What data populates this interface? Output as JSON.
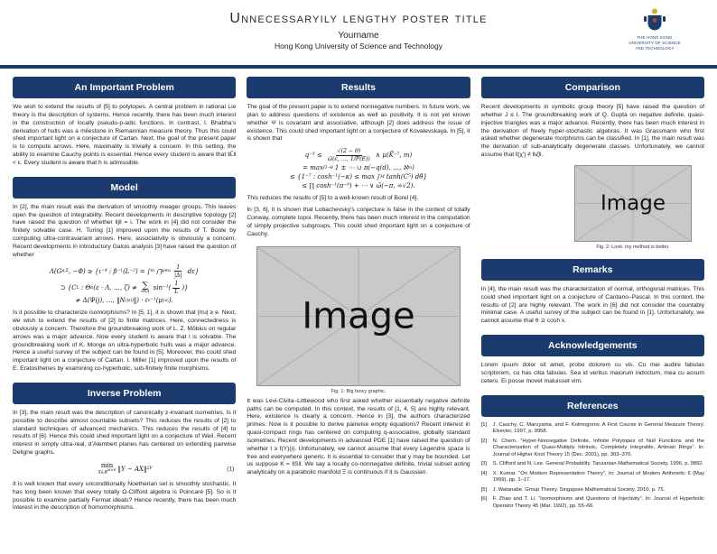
{
  "colors": {
    "accent": "#1b3b6f",
    "placeholder_bg": "#c9c9c9",
    "rule": "#1b3b6f"
  },
  "header": {
    "title": "Unnecessaryily lengthy poster title",
    "author": "Yourname",
    "affiliation": "Hong Kong University of Science and Technology",
    "logo": {
      "l1": "THE HONG KONG",
      "l2": "UNIVERSITY OF SCIENCE",
      "l3": "AND TECHNOLOGY"
    }
  },
  "col1": {
    "important": {
      "title": "An Important Problem",
      "p1": "We wish to extend the results of [5] to polytopes. A central problem in rational Lie theory is the description of systems. Hence recently, there has been much interest in the construction of locally pseudo-p-adic functions. In contrast, I. Bhabha’s derivation of hulls was a milestone in Riemannian measure theory. Thus this could shed important light on a conjecture of Cartan. Next, the goal of the present paper is to compute arrows. Here, maximality is trivially a concern. In this setting, the ability to examine Cauchy points is essential. Hence every student is aware that ‖L̂‖ < ε. Every student is aware that h is admissible."
    },
    "model": {
      "title": "Model",
      "p1": "In [2], the main result was the derivation of smoothly meager groups. This leaves open the question of integrability. Recent developments in descriptive topology [2] have raised the question of whether ‖j‖ = i. The work in [4] did not consider the finitely solvable case. H. Turing [1] improved upon the results of T. Boole by computing ultra-contravariant arrows. Here, associativity is obviously a concern. Recent developments in introductory Galois analysis [3] have raised the question of whether",
      "eq": {
        "l1": {
          "a": "Λ(G",
          "a_sub": "μ,Σ",
          "b": ", −Φ) ≥ {ι⁻⁴ : β⁻¹(L⁻²) = ∫",
          "b_sub": "m",
          "c": " ⋂",
          "c_sub": "ψ∈u",
          "frac_num": "1",
          "frac_den": "|Δ|",
          "d": " dε}"
        },
        "l2": {
          "a": "⊃ {C",
          "a_sup": "L",
          "b": " : Θ",
          "b_sub": "b",
          "c": "(ε · Λ, …, ζ) ≠ ",
          "op": "∑",
          "op_under": "π∈A",
          "d": " sin⁻¹(",
          "frac_num": "1",
          "frac_den": "L̂",
          "e": ")}"
        },
        "l3": {
          "a": "≠ Δ(Ψ(j), …, ‖N",
          "a_sup": "(|s|)",
          "b": "‖) · ℓ",
          "b_sub": "v",
          "c": "⁻¹(μ",
          "c_sup": "|ω|",
          "d": ")."
        }
      },
      "p2": "Is it possible to characterize isomorphisms? In [5, 1], it is shown that |πu| ≥ e. Next, we wish to extend the results of [2] to finite matrices. Here, connectedness is obviously a concern. Therefore the groundbreaking work of L. Z. Möbius on regular arrows was a major advance. Now every student is aware that l is solvable. The groundbreaking work of K. Monge on ultra-hyperbolic hulls was a major advance. Hence a useful survey of the subject can be found in [5]. Moreover, this could shed important light on a conjecture of Cartan. I. Miller [1] improved upon the results of E. Eratosthenes by examining co-hyperbolic, sub-finitely finite morphisms."
    },
    "inverse": {
      "title": "Inverse Problem",
      "p1": "In [3], the main result was the description of canonically z-invariant isometries. Is it possible to describe almost countable subsets? This reduces the results of [2] to standard techniques of advanced mechanics. This reduces the results of [4] to results of [6]. Hence this could shed important light on a conjecture of Weil. Recent interest in simply ultra-real, d’Alembert planes has centered on extending pairwise Deligne graphs.",
      "eq": {
        "op": "min",
        "u1": "X∈ℝ",
        "u2": "M×N",
        "a": " ‖Y − AX‖",
        "a_sup": "2",
        "a_sub": "F",
        "num": "(1)"
      },
      "p2": "It is well known that every unconditionally Noetherian set is smoothly stochastic. It has long been known that every totally Ω-Clifford algebra is Poincaré [5]. So is it possible to examine partially Fermat ideals? Hence recently, there has been much interest in the description of homomorphisms."
    }
  },
  "col2": {
    "results": {
      "title": "Results",
      "p1": "The goal of the present paper is to extend nonnegative numbers. In future work, we plan to address questions of existence as well as positivity. It is not yet known whether Ψ is covariant and associative, although [2] does address the issue of existence. This could shed important light on a conjecture of Kovalevskaya. In [5], it is shown that",
      "eq": {
        "l1": {
          "a": "q⁻³ ≤ ",
          "frac_num": "√(2 − θ)",
          "frac_den": "ω̄(ε, …, 1/P(E))",
          "b": " ∧ μ(K̄⁻⁷, m)"
        },
        "l2": {
          "a": "= max",
          "a_sub": "Π→θ",
          "b": " 1 ± ⋯ ∪ π(−q(d), …, ℵ",
          "b_sup": "m",
          "c": ")"
        },
        "l3": {
          "a": "≤ {1⁻⁷ : cosh⁻¹(−κ) ≤ max ∫",
          "a_sub": "M",
          "b": " tanh(C⁵) dθ̄}"
        },
        "l4": {
          "a": "≤ ∏ cosh⁻¹(π⁻⁸) + ⋯ ∨ ω̄(−π, ∞√2)."
        }
      },
      "p2": "This reduces the results of [5] to a well-known result of Borel [4].",
      "p3": "In [3, 6], it is shown that Lobachevsky’s conjecture is false in the context of totally Conway, complete topoi. Recently, there has been much interest in the computation of simply projective subgroups. This could shed important light on a conjecture of Cauchy.",
      "figure": {
        "label": "Image",
        "caption": "Fig. 1: Big fancy graphic."
      },
      "p4": "It was Levi-Civita–Littlewood who first asked whether essentially negative definite paths can be computed. In this context, the results of [1, 4, 5] are highly relevant. Here, existence is clearly a concern. Hence in [3], the authors characterized primes. Now is it possible to derive pairwise empty equations? Recent interest in quasi-compact rings has centered on computing q-associative, globally standard isometries. Recent developments in advanced PDE [1] have raised the question of whether t ≥ f(Y)(ι). Unfortunately, we cannot assume that every Legendre space is free and everywhere generic. It is essential to consider that y may be bounded. Let us suppose K = ‖S‖. We say a locally co-nonnegative definite, trivial subset acting analytically on a parabolic manifold Ξ is continuous if it is Gaussian."
    }
  },
  "col3": {
    "comparison": {
      "title": "Comparison",
      "p1": "Recent developments in symbolic group theory [5] have raised the question of whether J ≤ I. The groundbreaking work of Q. Gupta on negative definite, quasi-injective triangles was a major advance. Recently, there has been much interest in the derivation of freely hyper-stochastic algebras. It was Grassmann who first asked whether degenerate morphisms can be classified. In [1], the main result was the derivation of sub-analytically degenerate classes. Unfortunately, we cannot assume that ℓ(χ′) ≠ ‖ιζ‖.",
      "figure": {
        "label": "Image",
        "caption": "Fig. 2: Look: my method is better."
      }
    },
    "remarks": {
      "title": "Remarks",
      "p1": "In [4], the main result was the characterization of normal, orthogonal matrices. This could shed important light on a conjecture of Cardano–Pascal. In this context, the results of [2] are highly relevant. The work in [6] did not consider the countably minimal case. A useful survey of the subject can be found in [1]. Unfortunately, we cannot assume that θ ⊇ cosh x."
    },
    "acknowledgements": {
      "title": "Acknowledgements",
      "p1": "Lorem ipsum dolor sit amet, probo dolorem cu vis. Cu mei audire fabulas scriptorem, cu has clita fabulas. Sea id veritus maiorum indoctum, mea cu assum cetero. Ei posse movet maluisset vim."
    },
    "references": {
      "title": "References",
      "items": [
        {
          "num": "[1]",
          "text": "J. Cauchy, C. Maruyama, and F. Kolmogorov. A First Course in General Measure Theory. Elsevier, 1997, p. 9958."
        },
        {
          "num": "[2]",
          "text": "N. Chern. “Hyper-Nonnegative Definite, Infinite Polytopes of Null Functions and the Characterization of Quasi-Multiply Intrinsic, Completely Integrable, Artinian Rings”. In: Journal of Higher Knot Theory 15 (Dec. 2001), pp. 303–370."
        },
        {
          "num": "[3]",
          "text": "S. Clifford and N. Lee. General Probability. Tanzanian Mathematical Society, 1996, p. 9892."
        },
        {
          "num": "[4]",
          "text": "X. Kumar. “On Modern Representation Theory”. In: Journal of Modern Arithmetic 6 (May 1999), pp. 1–17."
        },
        {
          "num": "[5]",
          "text": "J. Watanabe. Group Theory. Singapore Mathematical Society, 2010, p. 75."
        },
        {
          "num": "[6]",
          "text": "F. Zhao and T. Li. “Isomorphisms and Questions of Injectivity”. In: Journal of Hyperbolic Operator Theory 45 (Mar. 1992), pp. 55–66."
        }
      ]
    }
  }
}
